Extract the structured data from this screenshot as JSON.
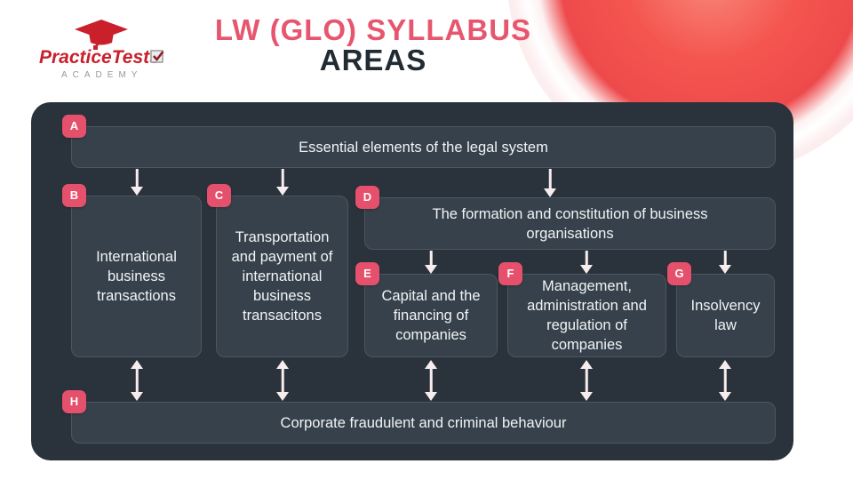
{
  "header": {
    "logo": {
      "name": "PracticeTests",
      "subtitle": "ACADEMY"
    },
    "title_line1": "LW (GLO) SYLLABUS",
    "title_line2": "AREAS"
  },
  "colors": {
    "accent_pink": "#e5516c",
    "title_pink": "#e7566f",
    "title_dark": "#202b34",
    "panel_bg": "#2a333c",
    "node_bg": "#36414b",
    "node_border": "#4b565f",
    "arrow": "#f8edee",
    "logo_red": "#c9202b",
    "glow_red": "#ee4a4c"
  },
  "diagram": {
    "nodes": [
      {
        "id": "A",
        "label": "Essential elements of the legal system"
      },
      {
        "id": "B",
        "label": "International business transactions"
      },
      {
        "id": "C",
        "label": "Transportation and payment of international business transacitons"
      },
      {
        "id": "D",
        "label": "The formation and constitution of business organisations"
      },
      {
        "id": "E",
        "label": "Capital and the financing of companies"
      },
      {
        "id": "F",
        "label": "Management, administration and regulation of companies"
      },
      {
        "id": "G",
        "label": "Insolvency law"
      },
      {
        "id": "H",
        "label": "Corporate fraudulent and criminal behaviour"
      }
    ],
    "edges": [
      {
        "from": "A",
        "to": "B",
        "style": "down"
      },
      {
        "from": "A",
        "to": "C",
        "style": "down"
      },
      {
        "from": "A",
        "to": "D",
        "style": "down"
      },
      {
        "from": "D",
        "to": "E",
        "style": "down"
      },
      {
        "from": "D",
        "to": "F",
        "style": "down"
      },
      {
        "from": "D",
        "to": "G",
        "style": "down"
      },
      {
        "from": "B",
        "to": "H",
        "style": "double"
      },
      {
        "from": "C",
        "to": "H",
        "style": "double"
      },
      {
        "from": "E",
        "to": "H",
        "style": "double"
      },
      {
        "from": "F",
        "to": "H",
        "style": "double"
      },
      {
        "from": "G",
        "to": "H",
        "style": "double"
      }
    ]
  }
}
